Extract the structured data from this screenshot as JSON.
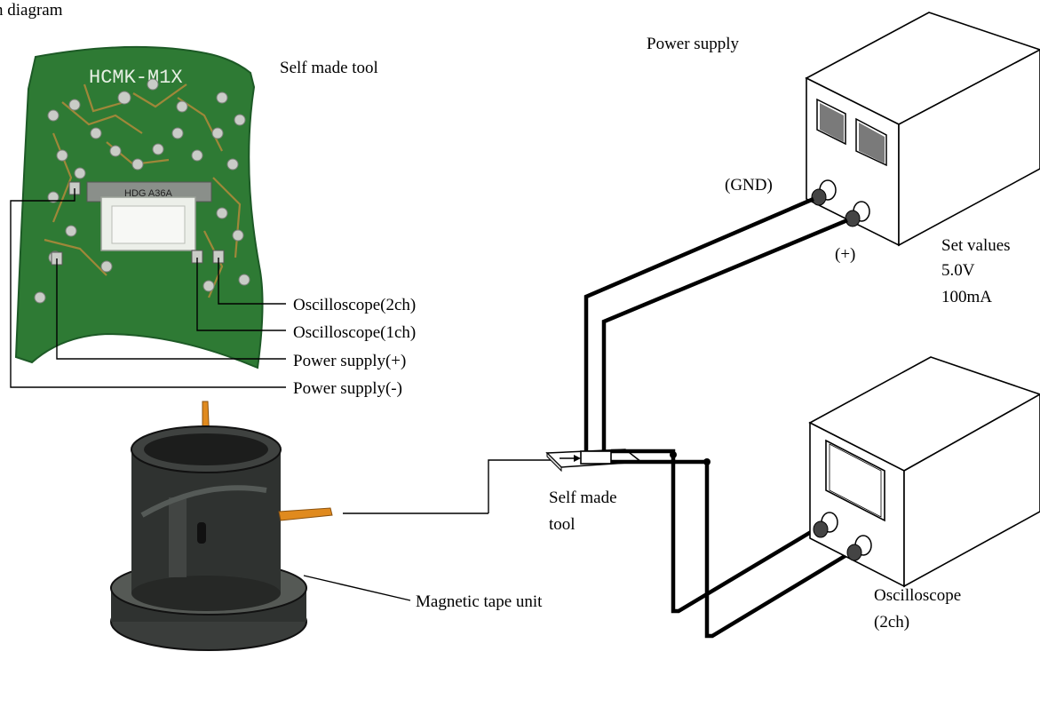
{
  "title": "n diagram",
  "pcb": {
    "label": "Self made tool",
    "silkscreen": "HCMK-M1X",
    "connector_text": "HDG A36A"
  },
  "connections": [
    "Oscilloscope(2ch)",
    "Oscilloscope(1ch)",
    "Power supply(+)",
    "Power supply(-)"
  ],
  "power_supply": {
    "title": "Power supply",
    "gnd_label": "(GND)",
    "plus_label": "(+)",
    "set_values": [
      "Set values",
      "5.0V",
      "100mA"
    ]
  },
  "self_made_tool_small": [
    "Self made",
    "tool"
  ],
  "oscilloscope": [
    "Oscilloscope",
    "(2ch)"
  ],
  "magnetic_tape_unit": "Magnetic tape unit",
  "colors": {
    "pcb_green": "#2e7a34",
    "pcb_dark": "#1d5a26",
    "solder": "#c9ccc7",
    "trace": "#b38a3a",
    "unit_body": "#2f3230",
    "flex_cable": "#e08a1e"
  }
}
